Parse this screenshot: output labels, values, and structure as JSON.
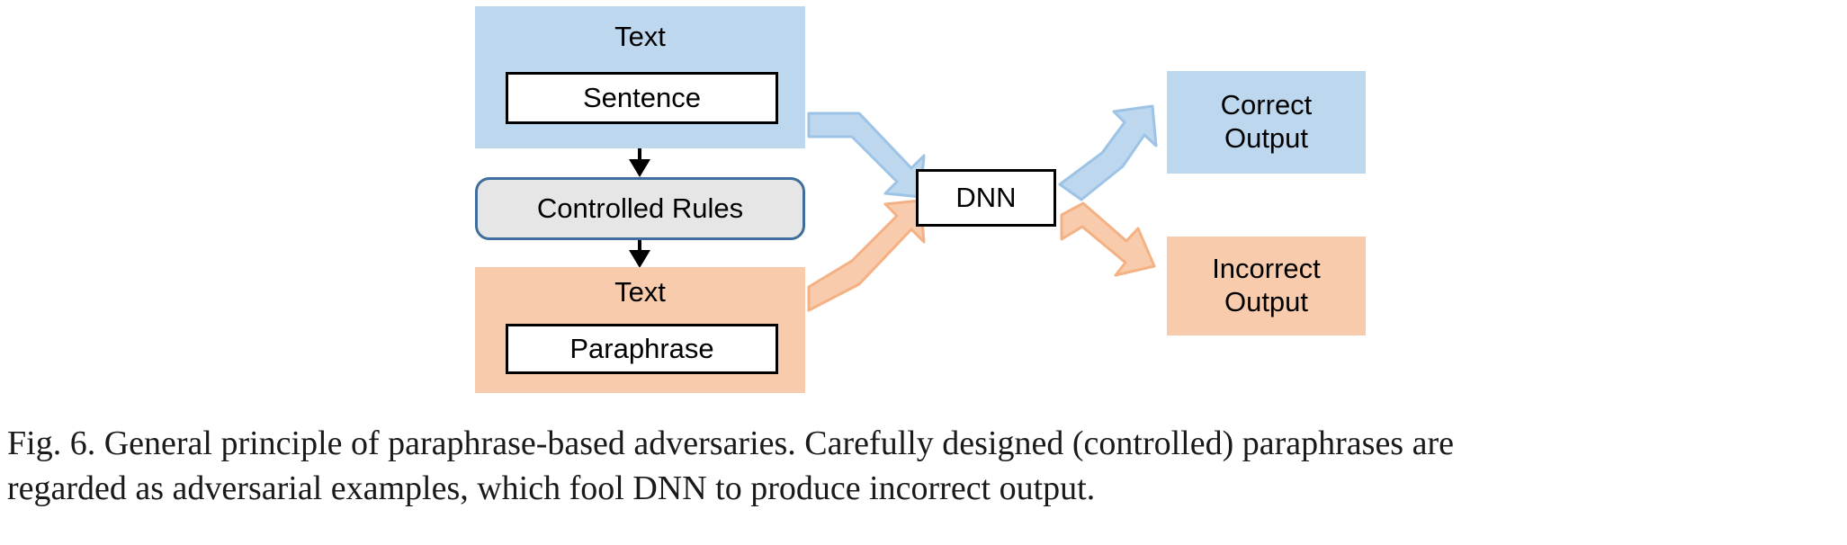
{
  "figure": {
    "caption_lines": [
      "Fig. 6.  General principle of paraphrase-based adversaries. Carefully designed (controlled) paraphrases are",
      "regarded as adversarial examples, which fool DNN to produce incorrect output."
    ],
    "caption_full": "Fig. 6.  General principle of paraphrase-based adversaries. Carefully designed (controlled) paraphrases are regarded as adversarial examples, which fool DNN to produce incorrect output."
  },
  "diagram": {
    "type": "flow-diagram",
    "nodes": {
      "source_text": {
        "group_label": "Text",
        "inner_label": "Sentence",
        "fill": "#BDD7EE"
      },
      "controlled_rules": {
        "label": "Controlled Rules",
        "fill": "#E7E6E6",
        "border": "#3F6E9E"
      },
      "adversarial_text": {
        "group_label": "Text",
        "inner_label": "Paraphrase",
        "fill": "#F8CBAD"
      },
      "model": {
        "label": "DNN",
        "fill": "#FFFFFF",
        "border": "#000000"
      },
      "correct_output": {
        "line1": "Correct",
        "line2": "Output",
        "fill": "#BDD7EE"
      },
      "incorrect_output": {
        "line1": "Incorrect",
        "line2": "Output",
        "fill": "#F8CBAD"
      }
    },
    "edges": [
      {
        "name": "sentence-to-rules",
        "from": "source_text",
        "to": "controlled_rules",
        "style": "thin-black-arrow",
        "color": "#000000"
      },
      {
        "name": "rules-to-paraphrase",
        "from": "controlled_rules",
        "to": "adversarial_text",
        "style": "thin-black-arrow",
        "color": "#000000"
      },
      {
        "name": "sentence-to-dnn",
        "from": "source_text",
        "to": "model",
        "style": "block-arrow",
        "color": "#BDD7EE"
      },
      {
        "name": "paraphrase-to-dnn",
        "from": "adversarial_text",
        "to": "model",
        "style": "block-arrow",
        "color": "#F8CBAD"
      },
      {
        "name": "dnn-to-correct",
        "from": "model",
        "to": "correct_output",
        "style": "block-arrow",
        "color": "#BDD7EE"
      },
      {
        "name": "dnn-to-incorrect",
        "from": "model",
        "to": "incorrect_output",
        "style": "block-arrow",
        "color": "#F8CBAD"
      }
    ]
  },
  "colors": {
    "blue_fill": "#BDD7EE",
    "blue_stroke": "#9DC3E6",
    "orange_fill": "#F8CBAD",
    "orange_stroke": "#F4B183",
    "grey_fill": "#E7E6E6",
    "grey_border": "#3F6E9E",
    "black": "#000000",
    "background": "#FFFFFF"
  }
}
